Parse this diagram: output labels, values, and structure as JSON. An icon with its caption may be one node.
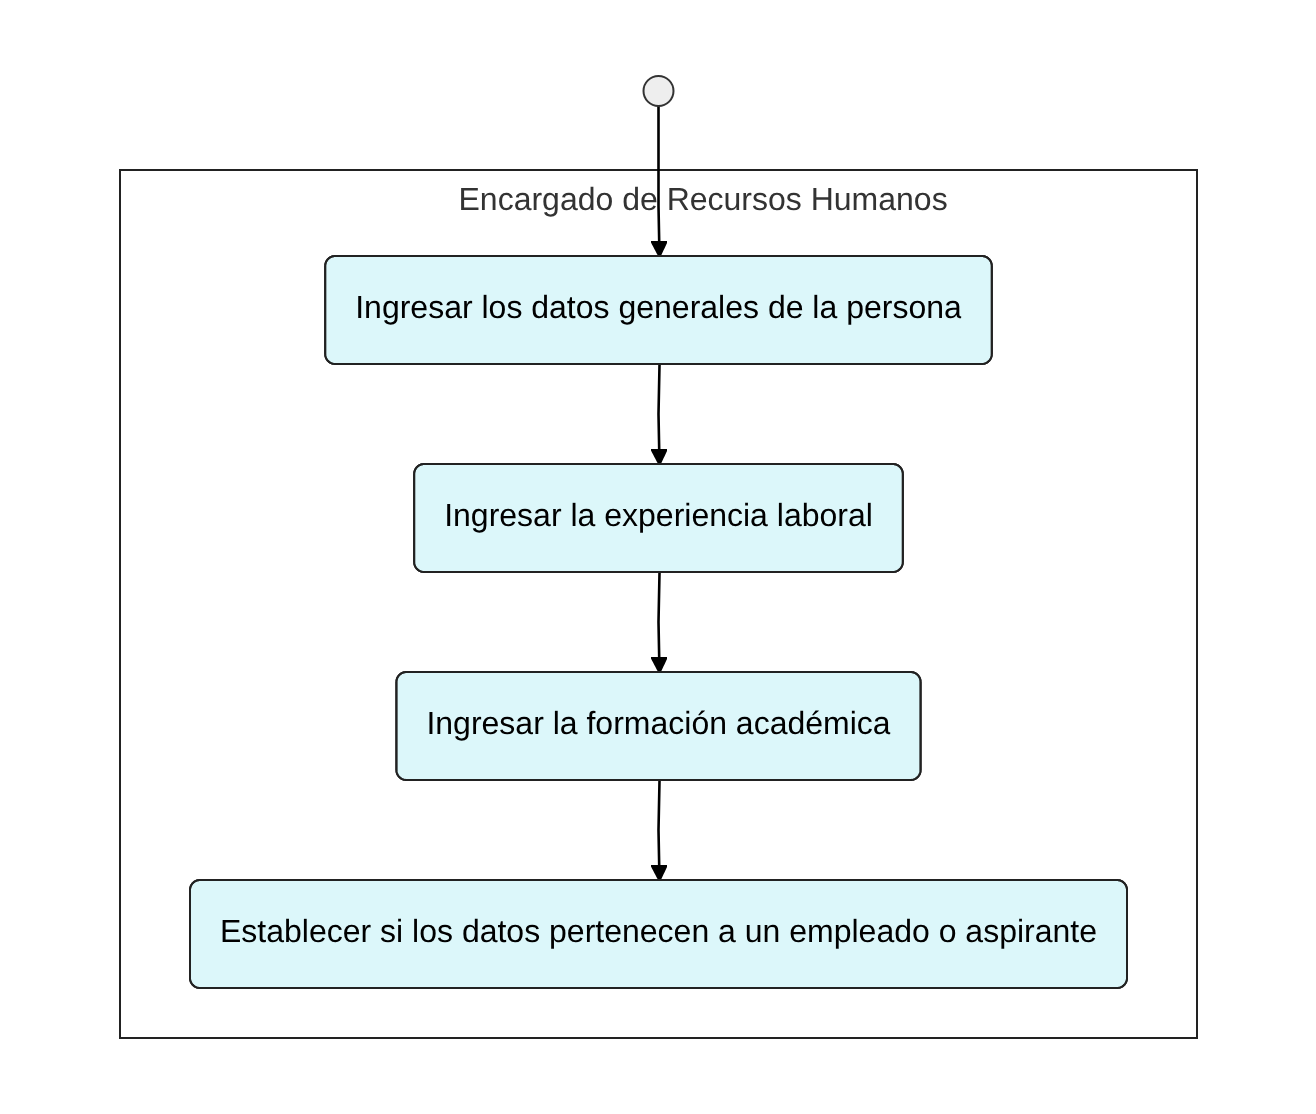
{
  "diagram": {
    "nodes": [
      {
        "text": [],
        "shape": "circle"
      },
      {
        "text": [
          "Encargado de Recursos Humanos"
        ]
      },
      {
        "text": [
          "Ingresar los datos generales de la persona"
        ],
        "in": 1
      },
      {
        "text": [
          "Ingresar la experiencia laboral"
        ],
        "in": 1
      },
      {
        "text": [
          "Ingresar la formación académica"
        ],
        "in": 1
      },
      {
        "text": [
          "Establecer si los datos pertenecen a un empleado o aspirante"
        ],
        "in": 1
      }
    ],
    "edges": [
      {
        "from": 0,
        "to": 2,
        "arrow": "to"
      },
      {
        "from": 2,
        "to": 3,
        "arrow": "to"
      },
      {
        "from": 3,
        "to": 4,
        "arrow": "to"
      },
      {
        "from": 4,
        "to": 5,
        "arrow": "to"
      }
    ]
  }
}
